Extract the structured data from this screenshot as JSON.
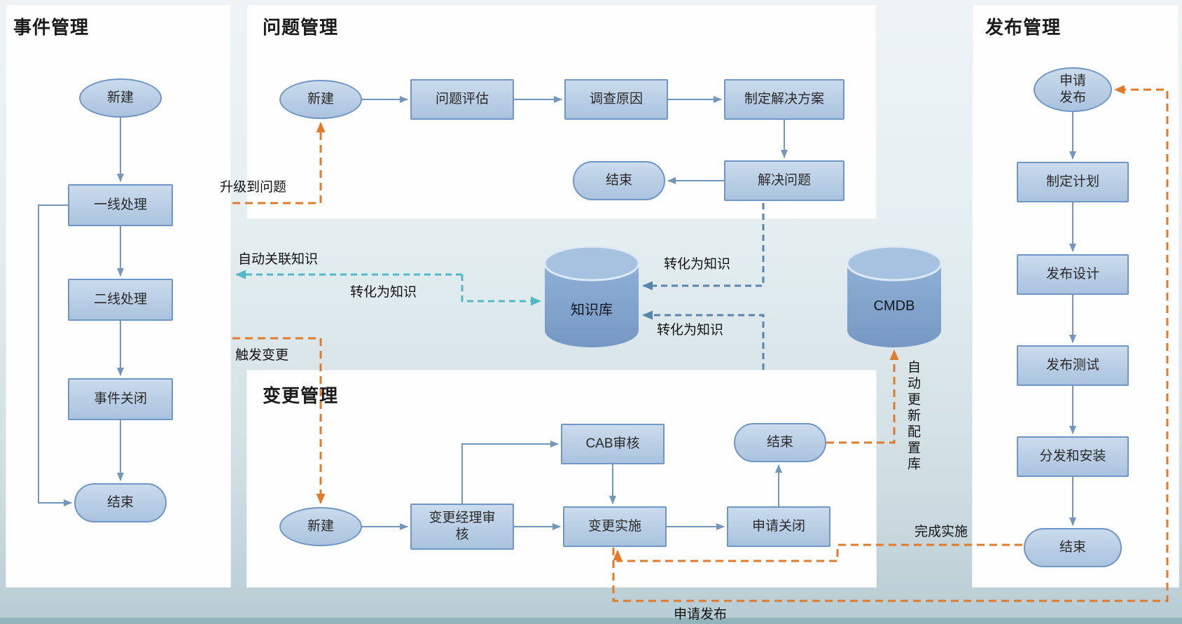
{
  "panels": {
    "incident": {
      "title": "事件管理",
      "nodes": {
        "new": "新建",
        "line1": "一线处理",
        "line2": "二线处理",
        "close": "事件关闭",
        "end": "结束"
      }
    },
    "problem": {
      "title": "问题管理",
      "nodes": {
        "new": "新建",
        "assess": "问题评估",
        "investigate": "调查原因",
        "solution": "制定解决方案",
        "solve": "解决问题",
        "end": "结束"
      }
    },
    "change": {
      "title": "变更管理",
      "nodes": {
        "new": "新建",
        "cab": "CAB审核",
        "manager": "变更经理审核",
        "implement": "变更实施",
        "apply_close": "申请关闭",
        "end": "结束"
      }
    },
    "release": {
      "title": "发布管理",
      "nodes": {
        "apply": "申请发布",
        "plan": "制定计划",
        "design": "发布设计",
        "test": "发布测试",
        "distribute": "分发和安装",
        "end": "结束"
      }
    }
  },
  "databases": {
    "knowledge": "知识库",
    "cmdb": "CMDB"
  },
  "edges": {
    "escalate_to_problem": "升级到问题",
    "auto_link_knowledge": "自动关联知识",
    "convert_to_knowledge_left": "转化为知识",
    "convert_to_knowledge_top": "转化为知识",
    "convert_to_knowledge_bottom": "转化为知识",
    "trigger_change": "触发变更",
    "auto_update_cmdb": "自动更新配置库",
    "complete_implementation": "完成实施",
    "apply_release": "申请发布"
  },
  "colors": {
    "node_fill": "#b9cce2",
    "node_border": "#6f96c4",
    "solid_arrow": "#7396bd",
    "orange_dashed": "#e07b2e",
    "teal_dashed": "#53b9c6",
    "steel_dashed": "#5b84ad"
  }
}
